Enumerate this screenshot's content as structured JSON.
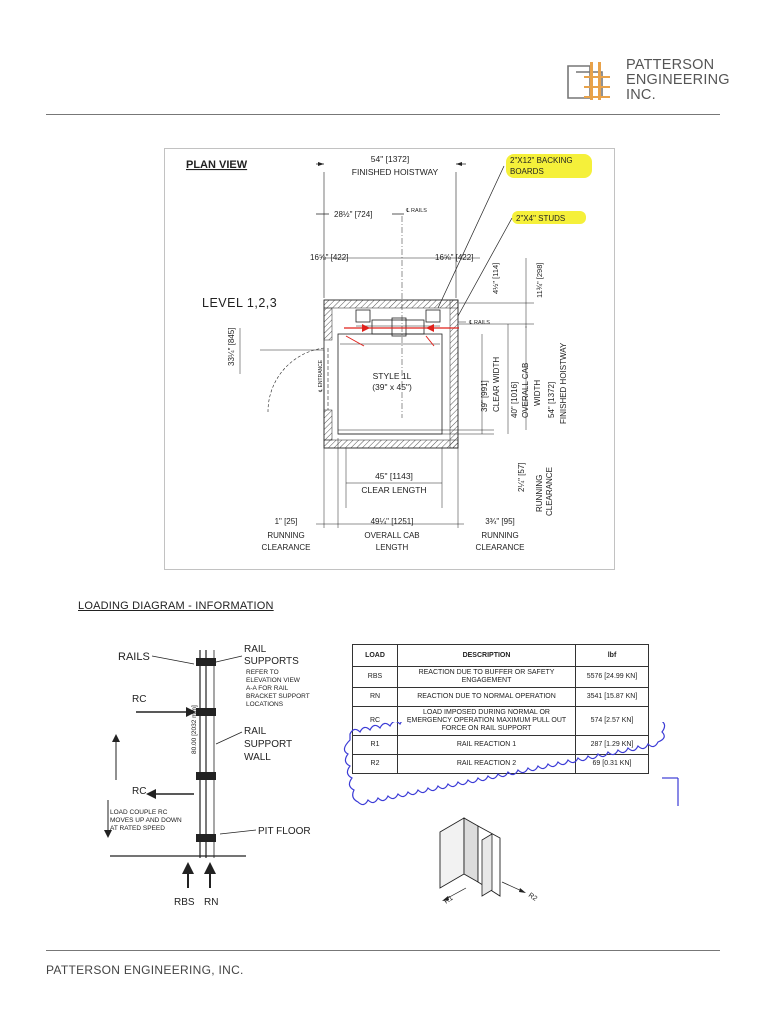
{
  "brand": {
    "name_lines": [
      "PATTERSON",
      "ENGINEERING",
      "INC."
    ],
    "accent": "#e8a24a",
    "mark": "#777777"
  },
  "footer": {
    "text": "PATTERSON ENGINEERING, INC."
  },
  "plan_view": {
    "title": "PLAN VIEW",
    "level": "LEVEL 1,2,3",
    "finished_hoistway_top": "54\" [1372]",
    "finished_hoistway_top_label": "FINISHED HOISTWAY",
    "cl_rails_dim": "28½\" [724]",
    "cl_rails": "℄ RAILS",
    "left_dim": "16⅝\" [422]",
    "right_dim": "16⅝\" [422]",
    "backing": [
      "2\"X12\" BACKING",
      "BOARDS"
    ],
    "studs": "2\"X4\" STUDS",
    "top_clear_a": "4½\" [114]",
    "top_clear_b": "11¾\" [298]",
    "entrance_dim": "33¼\" [845]",
    "entrance": "℄ ENTRANCE",
    "rails_mark": "℄ RAILS",
    "style": "STYLE 1L",
    "style_dim": "(39\" x 45\")",
    "clear_width": [
      "39\" [991]",
      "CLEAR WIDTH"
    ],
    "overall_cab_width": [
      "40\" [1016]",
      "OVERALL CAB",
      "WIDTH"
    ],
    "finished_hoistway_side": [
      "54\" [1372]",
      "FINISHED HOISTWAY"
    ],
    "running_side": [
      "2¼\" [57]",
      "RUNNING",
      "CLEARANCE"
    ],
    "clear_length": [
      "45\" [1143]",
      "CLEAR LENGTH"
    ],
    "bottom_left": [
      "1\" [25]",
      "RUNNING",
      "CLEARANCE"
    ],
    "bottom_mid": [
      "49¼\" [1251]",
      "OVERALL CAB",
      "LENGTH"
    ],
    "bottom_right": [
      "3¾\" [95]",
      "RUNNING",
      "CLEARANCE"
    ]
  },
  "loading": {
    "title": "LOADING DIAGRAM - INFORMATION",
    "rails": "RAILS",
    "rail_supports": [
      "RAIL",
      "SUPPORTS"
    ],
    "rail_supports_note": [
      "REFER TO",
      "ELEVATION VIEW",
      "A-A FOR RAIL",
      "BRACKET SUPPORT",
      "LOCATIONS"
    ],
    "rc_top": "RC",
    "rc_bottom": "RC",
    "spacing": "80.00 [2032 mm]",
    "wall": [
      "RAIL",
      "SUPPORT",
      "WALL"
    ],
    "couple_note": [
      "LOAD COUPLE RC",
      "MOVES UP AND DOWN",
      "AT RATED SPEED"
    ],
    "pit_floor": "PIT FLOOR",
    "rbs": "RBS",
    "rn": "RN",
    "r1": "R1",
    "r2": "R2"
  },
  "load_table": {
    "headers": [
      "LOAD",
      "DESCRIPTION",
      "lbf"
    ],
    "rows": [
      [
        "RBS",
        "REACTION DUE TO BUFFER OR SAFETY ENGAGEMENT",
        "5576 [24.99 KN]"
      ],
      [
        "RN",
        "REACTION DUE TO NORMAL OPERATION",
        "3541 [15.87 KN]"
      ],
      [
        "RC",
        "LOAD IMPOSED DURING NORMAL OR EMERGENCY OPERATION MAXIMUM PULL OUT FORCE ON RAIL SUPPORT",
        "574 [2.57 KN]"
      ],
      [
        "R1",
        "RAIL REACTION 1",
        "287 [1.29 KN]"
      ],
      [
        "R2",
        "RAIL REACTION 2",
        "69 [0.31 KN]"
      ]
    ]
  },
  "colors": {
    "highlight": "#f5f03a",
    "arrow_red": "#e0201b",
    "cloud_blue": "#3b3bd6",
    "line": "#222222"
  }
}
